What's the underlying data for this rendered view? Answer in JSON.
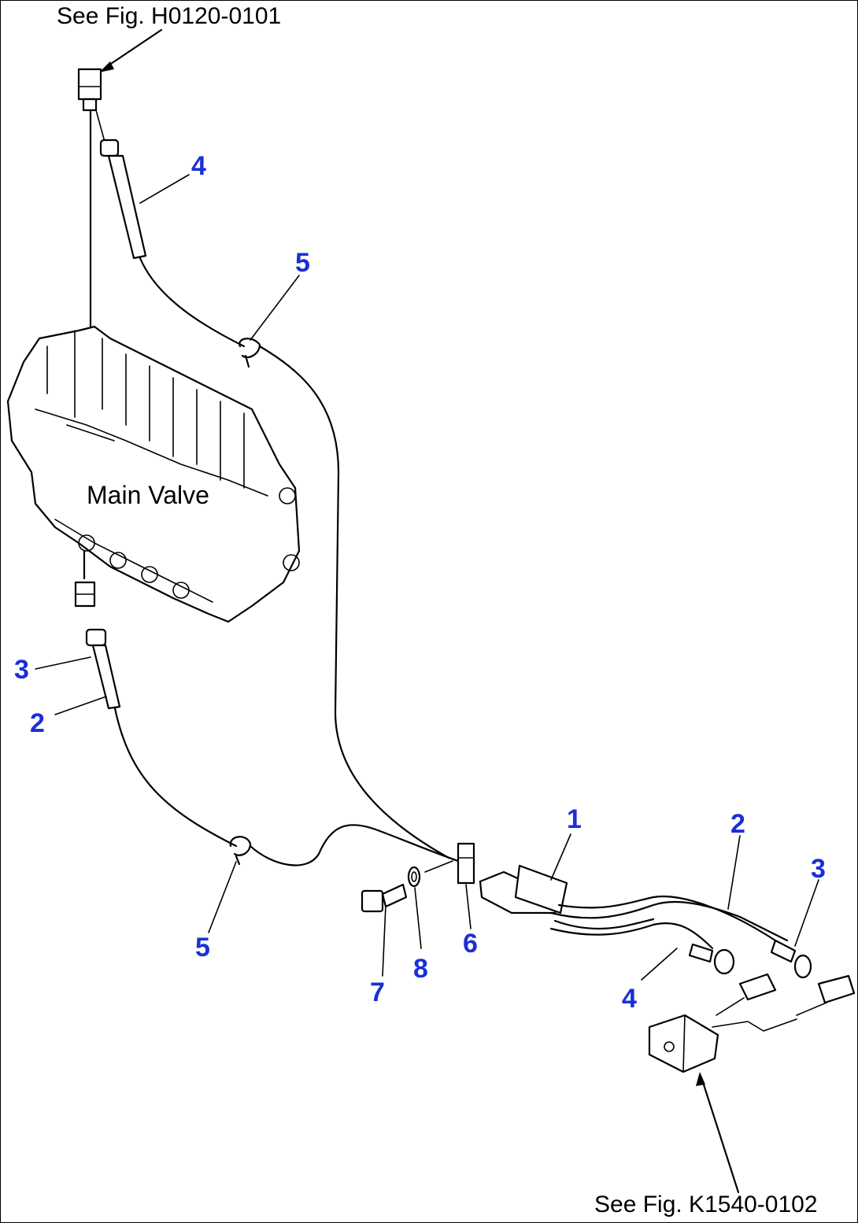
{
  "refs": {
    "top": "See Fig. H0120-0101",
    "bottom": "See Fig. K1540-0102"
  },
  "valve_label": "Main Valve",
  "parts": [
    "1",
    "2",
    "2",
    "3",
    "3",
    "4",
    "4",
    "5",
    "5",
    "6",
    "7",
    "8"
  ],
  "colors": {
    "part_label": "#1a2fd6",
    "line": "#000000",
    "background": "#ffffff"
  }
}
